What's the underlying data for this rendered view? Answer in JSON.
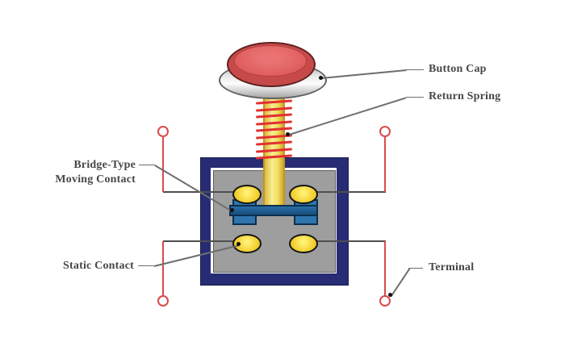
{
  "diagram": {
    "labels": {
      "button_cap": "Button Cap",
      "return_spring": "Return Spring",
      "bridge_moving_contact": "Bridge-Type\nMoving Contact",
      "static_contact": "Static Contact",
      "terminal": "Terminal"
    },
    "colors": {
      "body-navy": "#272c75",
      "body-gray": "#9e9e9e",
      "contact-yellow": "#f5d53a",
      "bridge-blue": "#174f7d",
      "cap-red": "#c64a4a",
      "cap-red-light": "#db5555",
      "shaft-yellow": "#f0dc5c",
      "coil-red": "#e23131",
      "wire-red": "#d94b4b",
      "wire-gray": "#4f4f4f",
      "leader-gray": "#6e6e6e",
      "label-text": "#474747"
    },
    "spring_coil_count": 9,
    "terminal_count": 4,
    "static_contact_count": 4
  }
}
